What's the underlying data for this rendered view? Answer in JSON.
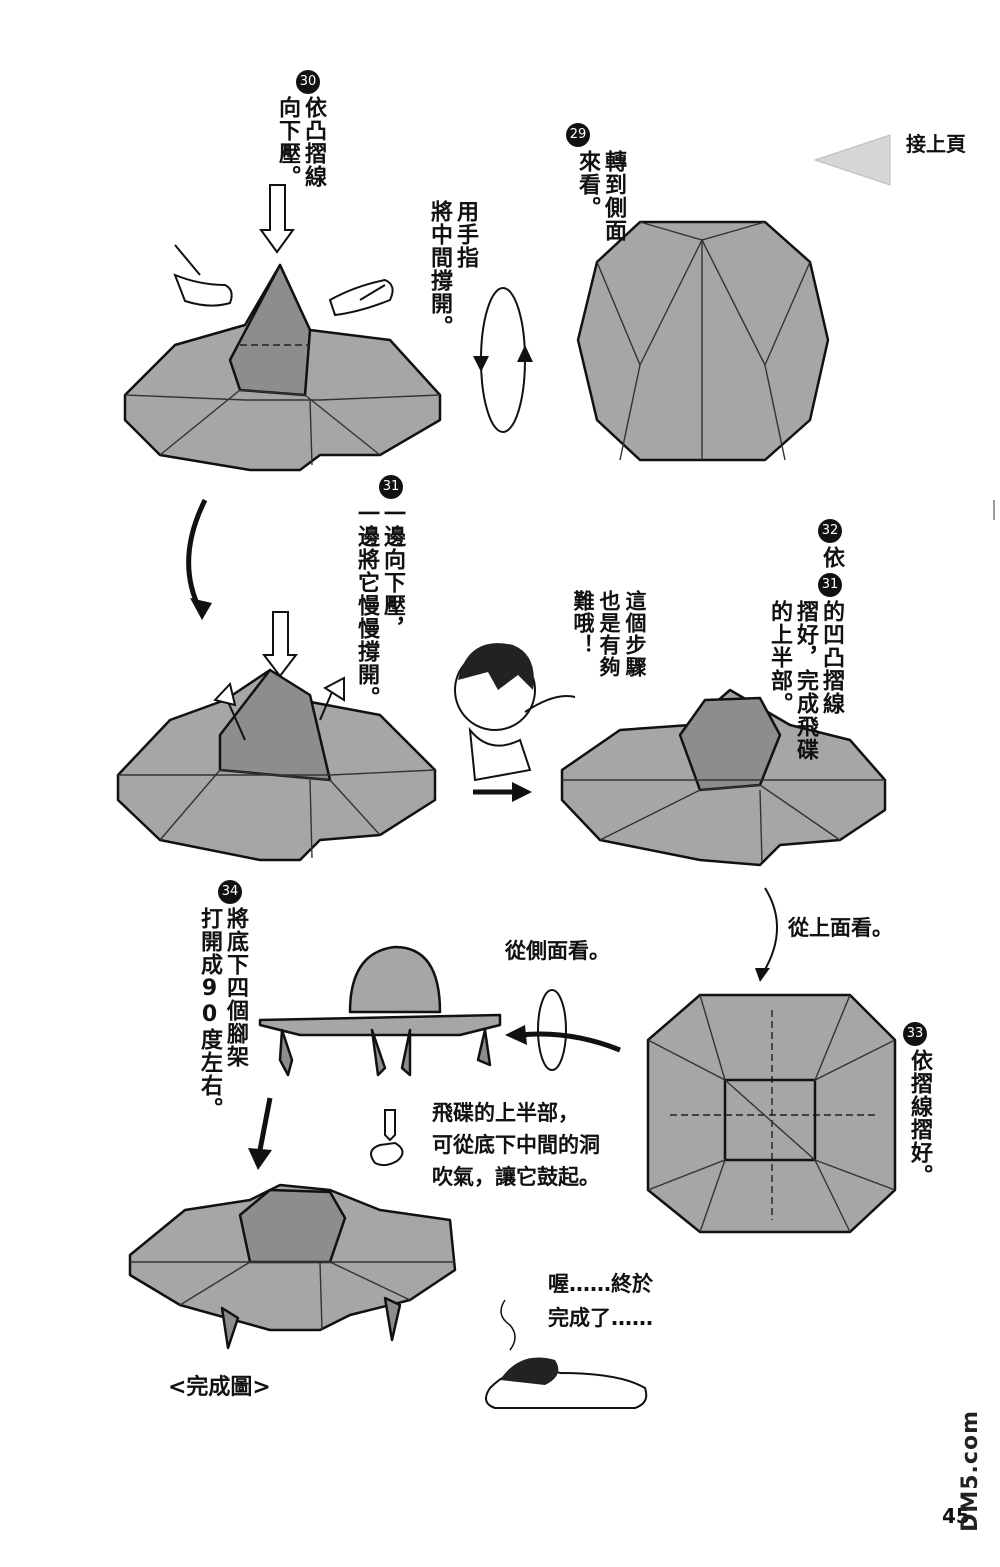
{
  "header": {
    "continue_label": "接上頁"
  },
  "steps": {
    "s29": {
      "num": "29",
      "text": "轉到側面\n來看。"
    },
    "s30": {
      "num": "30",
      "text": "依凸摺線\n向下壓。"
    },
    "s30_note": {
      "text": "用手指\n將中間撐開。"
    },
    "s31": {
      "num": "31",
      "text": "一邊向下壓，\n一邊將它慢慢撐開。"
    },
    "s32": {
      "num": "32",
      "num2": "31",
      "text_a": "依",
      "text_b": "的凹凸摺線\n摺好，完成飛碟\n的上半部。"
    },
    "s33": {
      "num": "33",
      "text": "依摺線摺好。"
    },
    "s34": {
      "num": "34",
      "text": "將底下四個腳架\n打開成90度左右。"
    }
  },
  "notes": {
    "character_speech": "這個步驟\n也是有夠\n難哦！",
    "view_from_top": "從上面看。",
    "view_from_side": "從側面看。",
    "blow_tip_line1": "飛碟的上半部，",
    "blow_tip_line2": "可從底下中間的洞",
    "blow_tip_line3": "吹氣，讓它鼓起。",
    "tired_line1": "喔……終於",
    "tired_line2": "完成了……",
    "finished_caption": "<完成圖>"
  },
  "page": {
    "number": "45",
    "watermark": "DM5.com"
  }
}
